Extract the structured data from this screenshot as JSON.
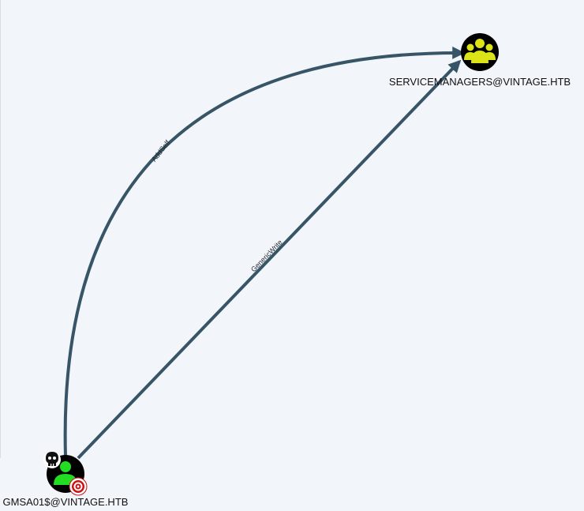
{
  "graph": {
    "nodes": [
      {
        "id": "gmsa01",
        "label": "GMSA01$@VINTAGE.HTB",
        "type": "user",
        "icon": "user-icon",
        "badges": [
          "skull-icon",
          "target-icon"
        ]
      },
      {
        "id": "servicemanagers",
        "label": "SERVICEMANAGERS@VINTAGE.HTB",
        "type": "group",
        "icon": "group-icon",
        "badges": []
      }
    ],
    "edges": [
      {
        "from": "gmsa01",
        "to": "servicemanagers",
        "label": "AddSelf",
        "shape": "curved"
      },
      {
        "from": "gmsa01",
        "to": "servicemanagers",
        "label": "GenericWrite",
        "shape": "straight"
      }
    ]
  },
  "colors": {
    "background": "#f2f5f9",
    "edge": "#375566",
    "node_fill": "#000000",
    "user_icon": "#22dd22",
    "group_icon": "#dce417",
    "target_red": "#cc1111"
  }
}
